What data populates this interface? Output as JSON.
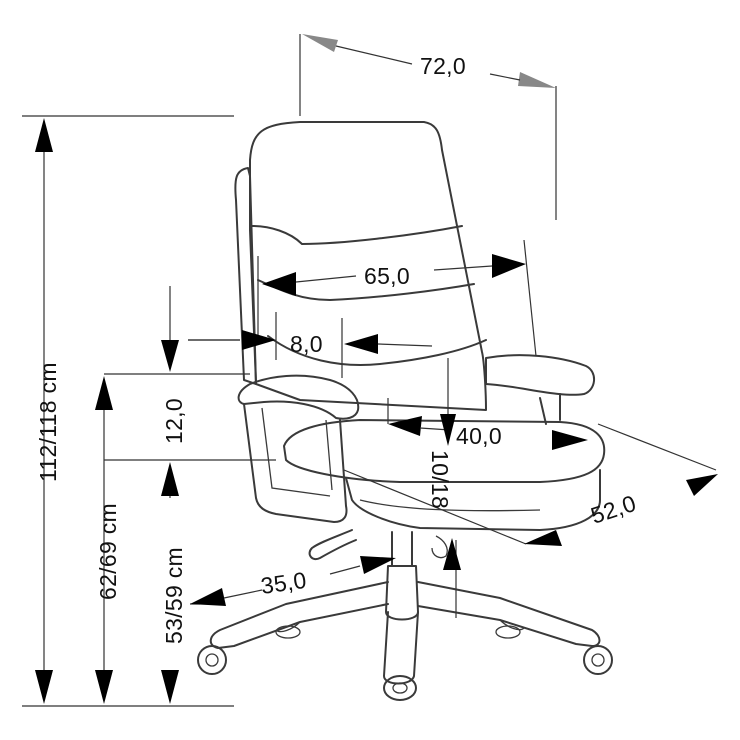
{
  "dimensions": {
    "width_top": "72,0",
    "total_height": "112/118 cm",
    "backrest_width": "65,0",
    "backrest_thickness": "8,0",
    "armrest_height": "12,0",
    "seat_width": "40,0",
    "seat_thickness": "10/18",
    "seat_depth": "52,0",
    "armrest_floor_height": "62/69 cm",
    "seat_floor_height": "53/59 cm",
    "base_radius": "35,0"
  },
  "colors": {
    "line": "#3a3a3a",
    "arrow": "#000000",
    "arrow_top": "#888888"
  }
}
